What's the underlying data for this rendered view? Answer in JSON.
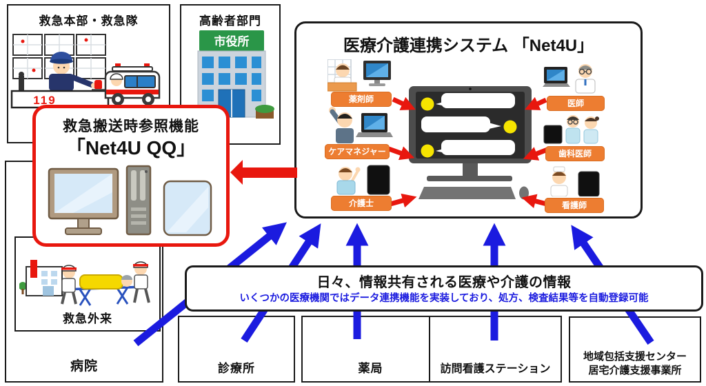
{
  "colors": {
    "arrow_red": "#e8170e",
    "arrow_blue": "#1b1bdf",
    "role_label_orange": "#ed7d31",
    "bubble_yellow": "#f6e400",
    "sign_green": "#2a9648"
  },
  "emergency_hq": {
    "label": "救急本部・救急隊",
    "dispatch_number": "119"
  },
  "elderly_dept": {
    "label": "高齢者部門",
    "building_sign": "市役所"
  },
  "qq_box": {
    "title": "救急搬送時参照機能",
    "name": "「Net4U QQ」"
  },
  "net4u": {
    "title": "医療介護連携システム 「Net4U」",
    "roles_left": [
      {
        "label": "薬剤師"
      },
      {
        "label": "ケアマネジャー"
      },
      {
        "label": "介護士"
      }
    ],
    "roles_right": [
      {
        "label": "医師"
      },
      {
        "label": "歯科医師"
      },
      {
        "label": "看護師"
      }
    ]
  },
  "hospital": {
    "label": "病院",
    "er_label": "救急外来"
  },
  "info_banner": {
    "title": "日々、情報共有される医療や介護の情報",
    "subtitle": "いくつかの医療機関ではデータ連携機能を実装しており、処方、検査結果等を自動登録可能"
  },
  "bottom_boxes": [
    {
      "label": "診療所"
    },
    {
      "label": "薬局"
    },
    {
      "label": "訪問看護ステーション"
    },
    {
      "label": "地域包括支援センター",
      "label2": "居宅介護支援事業所"
    }
  ]
}
